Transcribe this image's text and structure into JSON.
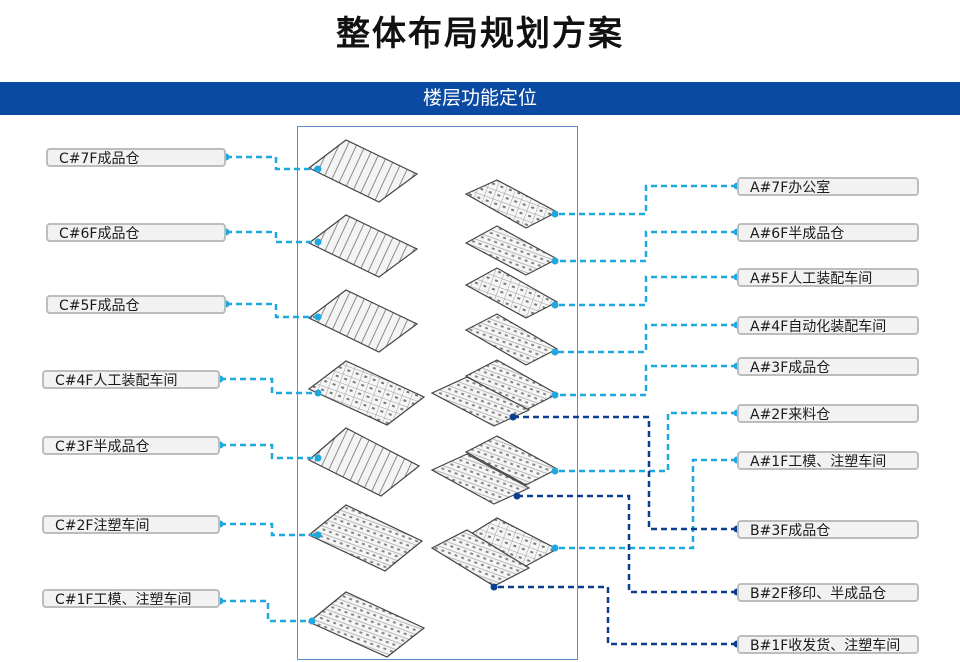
{
  "title": "整体布局规划方案",
  "band": "楼层功能定位",
  "left_labels": [
    "C#7F成品仓",
    "C#6F成品仓",
    "C#5F成品仓",
    "C#4F人工装配车间",
    "C#3F半成品仓",
    "C#2F注塑车间",
    "C#1F工模、注塑车间"
  ],
  "right_labels": [
    "A#7F办公室",
    "A#6F半成品仓",
    "A#5F人工装配车间",
    "A#4F自动化装配车间",
    "A#3F成品仓",
    "A#2F来料仓",
    "A#1F工模、注塑车间",
    "B#3F成品仓",
    "B#2F移印、半成品仓",
    "B#1F收发货、注塑车间"
  ],
  "colors": {
    "band": "#0b4aa2",
    "connector_light": "#1fa8e0",
    "connector_dark": "#0b3d91",
    "label_bg": "#f2f2f2",
    "label_border": "#bdbdbd"
  }
}
